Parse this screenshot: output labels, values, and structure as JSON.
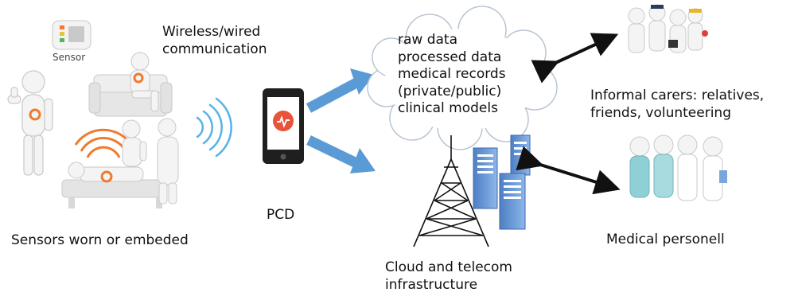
{
  "sensor_label": "Sensor",
  "comm_label": [
    "Wireless/wired",
    "communication"
  ],
  "pcd_label": "PCD",
  "sensors_caption": "Sensors worn or embeded",
  "cloud_items": [
    "raw data",
    "processed data",
    "medical records",
    "(private/public)",
    "clinical models"
  ],
  "infra_caption": [
    "Cloud and telecom",
    "infrastructure"
  ],
  "carers_caption": [
    "Informal carers: relatives,",
    "friends, volunteering"
  ],
  "medical_caption": "Medical personell",
  "colors": {
    "arrow_blue": "#5b9bd5",
    "orange": "#f07a2e",
    "server_blue": "#6f9fd8",
    "phone_red": "#e8533a"
  }
}
